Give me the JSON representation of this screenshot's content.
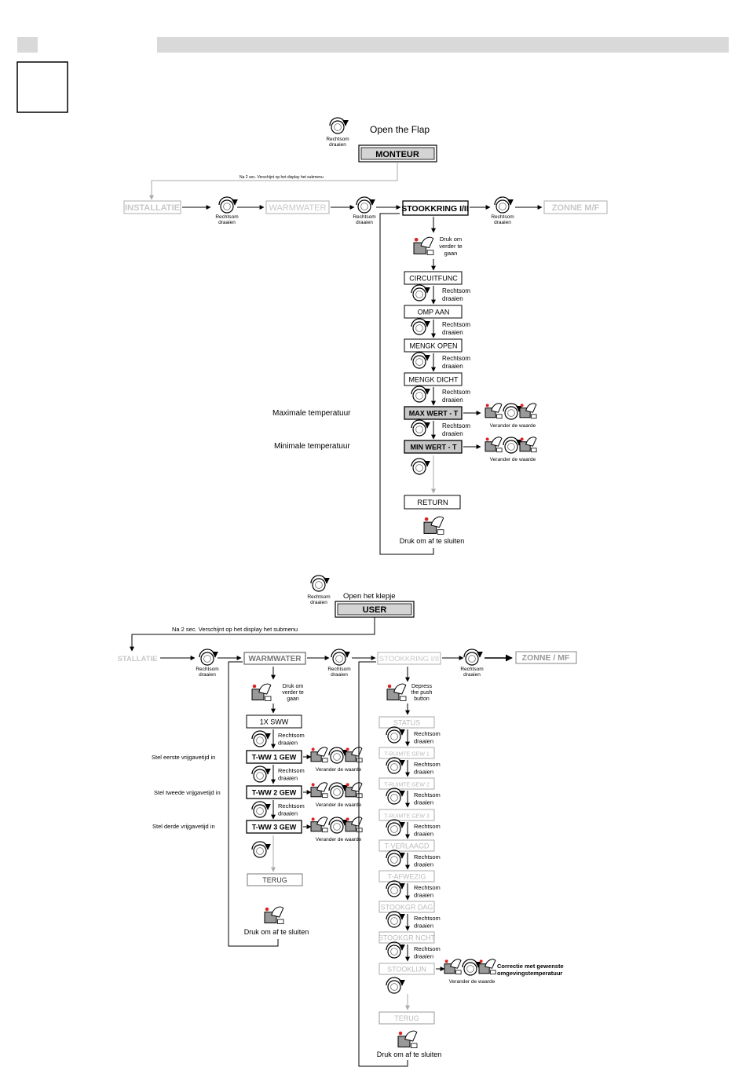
{
  "top": {
    "knob_caption": [
      "Rechtsom",
      "draaien"
    ],
    "open_text": "Open the Flap",
    "root": "MONTEUR",
    "hold_note": "Na 2 sec. Verschijnt op het display het submenu",
    "row": [
      "INSTALLATIE",
      "WARMWATER",
      "STOOKKRING I/II",
      "ZONNE M/F"
    ],
    "row_caption": [
      "Rechtsom",
      "draaien"
    ],
    "press_caption": [
      "Druk om",
      "verder te",
      "gaan"
    ],
    "items": [
      "CIRCUITFUNC",
      "OMP AAN",
      "MENGK OPEN",
      "MENGK DICHT",
      "MAX WERT - T",
      "MIN WERT - T"
    ],
    "step_caption": [
      "Rechtsom",
      "draaien"
    ],
    "side_labels": [
      "Maximale temperatuur",
      "Minimale temperatuur"
    ],
    "change_value": "Verander de waarde",
    "return_label": "RETURN",
    "close_text": "Druk om af te sluiten"
  },
  "bottom": {
    "knob_caption": [
      "Rechtsom",
      "draaien"
    ],
    "open_text": "Open het klepje",
    "root": "USER",
    "hold_note": "Na 2 sec. Verschijnt op het display het submenu",
    "row": [
      "STALLATIE",
      "WARMWATER",
      "STOOKKRING I/II",
      "ZONNE / MF"
    ],
    "row_caption": [
      "Rechtsom",
      "draaien"
    ],
    "ww_press_caption": [
      "Druk om",
      "verder te",
      "gaan"
    ],
    "ww_items": [
      "1X SWW",
      "T-WW 1 GEW",
      "T-WW 2 GEW",
      "T-WW 3 GEW"
    ],
    "ww_side_labels": [
      "Stel eerste vrijgavetijd in",
      "Stel tweede vrijgavetijd in",
      "Stel derde vrijgavetijd in"
    ],
    "step_caption": [
      "Rechtsom",
      "draaien"
    ],
    "change_value": "Verander de waarde",
    "ww_return": "TERUG",
    "close_text": "Druk om af te sluiten",
    "sk_press_caption": [
      "Depress",
      "the push",
      "button"
    ],
    "sk_items": [
      "STATUS",
      "T-RUIMTE GEW 1",
      "T-RUIMTE GEW 2",
      "T-RUIMTE GEW 3",
      "T-VERLAAGD",
      "T-AFWEZIG",
      "STOOKGR DAG",
      "STOOKGR NCHT",
      "STOOKLIJN"
    ],
    "sk_return": "TERUG",
    "correction": [
      "Correctie met gewenste",
      "omgevingstemperatuur"
    ]
  }
}
